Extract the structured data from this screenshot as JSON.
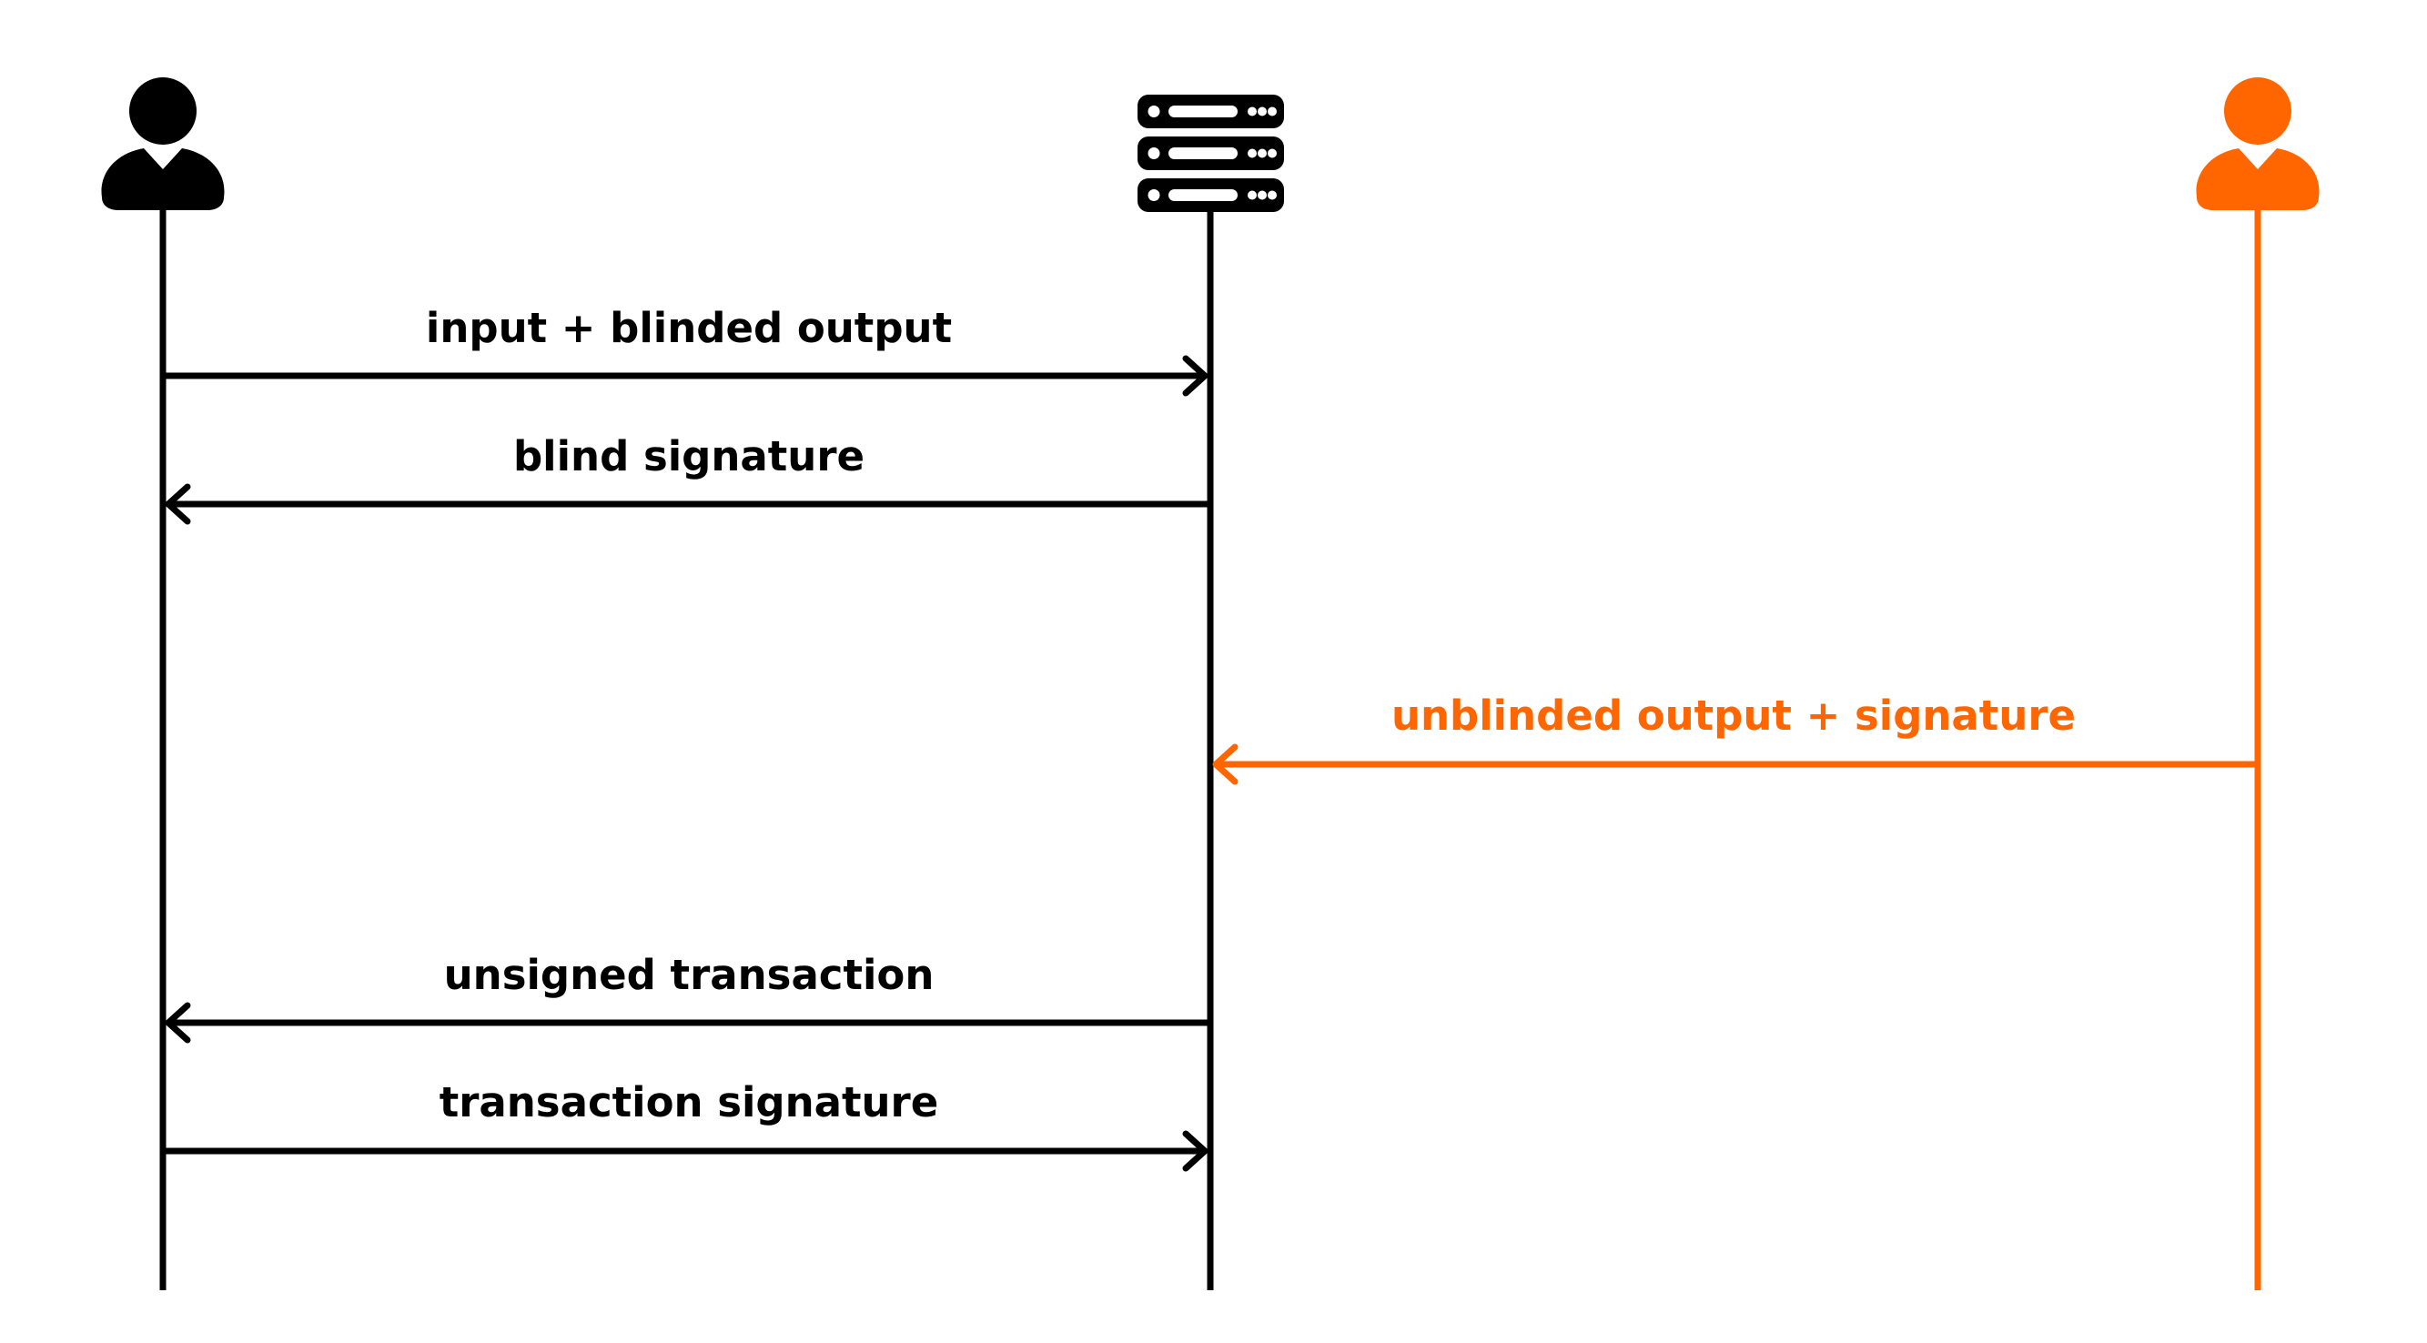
{
  "colors": {
    "primary": "#000000",
    "accent": "#ff6600",
    "background": "#ffffff"
  },
  "actors": [
    {
      "id": "user",
      "icon": "person-icon",
      "color": "#000000"
    },
    {
      "id": "server",
      "icon": "server-icon",
      "color": "#000000"
    },
    {
      "id": "second-user",
      "icon": "person-icon",
      "color": "#ff6600"
    }
  ],
  "messages": [
    {
      "label": "input + blinded output",
      "from": "user",
      "to": "server",
      "color": "#000000"
    },
    {
      "label": "blind signature",
      "from": "server",
      "to": "user",
      "color": "#000000"
    },
    {
      "label": "unblinded output + signature",
      "from": "second-user",
      "to": "server",
      "color": "#ff6600"
    },
    {
      "label": "unsigned transaction",
      "from": "server",
      "to": "user",
      "color": "#000000"
    },
    {
      "label": "transaction signature",
      "from": "user",
      "to": "server",
      "color": "#000000"
    }
  ]
}
